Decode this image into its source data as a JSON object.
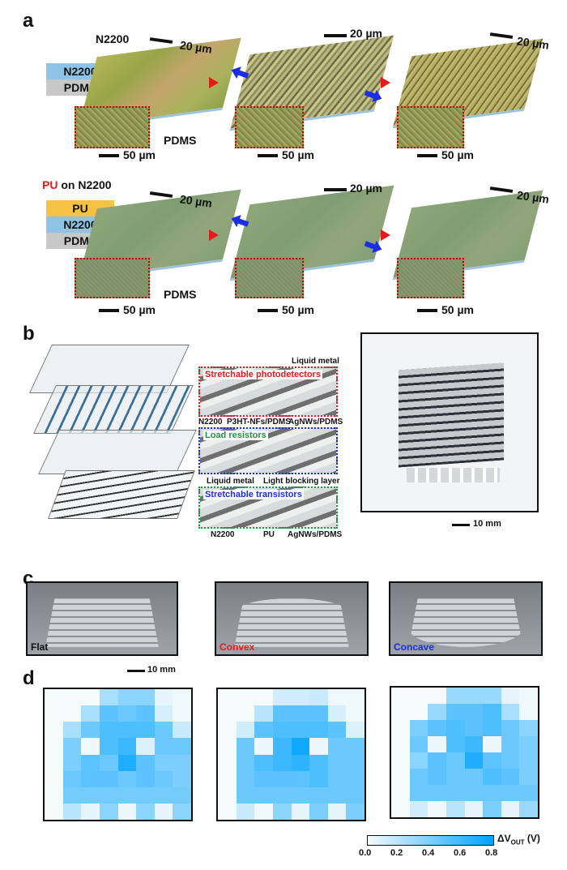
{
  "panels": {
    "a": "a",
    "b": "b",
    "c": "c",
    "d": "d"
  },
  "panel_a": {
    "row1": {
      "film_label": "N2200",
      "substrate_label": "PDMS",
      "stack": [
        "N2200",
        "PDMS"
      ],
      "scale_large": "20 µm",
      "scale_small": "50 µm"
    },
    "row2": {
      "title_pu": "PU",
      "title_rest": " on N2200",
      "substrate_label": "PDMS",
      "stack": [
        "PU",
        "N2200",
        "PDMS"
      ],
      "scale_large": "20 µm",
      "scale_small": "50 µm"
    }
  },
  "panel_b": {
    "photodetectors": "Stretchable photodetectors",
    "load_resistors": "Load resistors",
    "transistors": "Stretchable transistors",
    "liquid_metal": "Liquid metal",
    "n2200": "N2200",
    "p3ht": "P3HT-NFs/PDMS",
    "agnws": "AgNWs/PDMS",
    "light_blocking": "Light blocking layer",
    "pu": "PU",
    "scale": "10 mm"
  },
  "panel_c": {
    "flat": "Flat",
    "convex": "Convex",
    "concave": "Concave",
    "scale": "10 mm"
  },
  "colors": {
    "red": "#e51a1a",
    "blue": "#1a2ee5",
    "green": "#1a9a3a",
    "cmap_low": "#f5fafb",
    "cmap_high": "#00a2ff"
  },
  "chart_data": {
    "type": "heatmap",
    "colorbar": {
      "label": "ΔV",
      "sub": "OUT",
      "unit": " (V)",
      "ticks": [
        "0.0",
        "0.2",
        "0.4",
        "0.6",
        "0.8"
      ],
      "range": [
        0,
        0.8
      ]
    },
    "maps": [
      [
        [
          0,
          0,
          0,
          0.25,
          0.35,
          0.35,
          0.05,
          0.02
        ],
        [
          0,
          0,
          0.25,
          0.5,
          0.45,
          0.5,
          0.1,
          0.02
        ],
        [
          0,
          0.25,
          0.45,
          0.55,
          0.55,
          0.55,
          0.45,
          0.15
        ],
        [
          0,
          0.4,
          0.02,
          0.55,
          0.6,
          0.08,
          0.45,
          0.45
        ],
        [
          0,
          0.4,
          0.5,
          0.45,
          0.7,
          0.5,
          0.4,
          0.4
        ],
        [
          0,
          0.45,
          0.5,
          0.5,
          0.45,
          0.5,
          0.45,
          0.4
        ],
        [
          0,
          0.42,
          0.42,
          0.42,
          0.42,
          0.42,
          0.42,
          0.42
        ],
        [
          0,
          0.2,
          0.05,
          0.35,
          0.03,
          0.35,
          0.05,
          0.35
        ]
      ],
      [
        [
          0,
          0,
          0,
          0.12,
          0.12,
          0.15,
          0.02,
          0.02
        ],
        [
          0,
          0,
          0.2,
          0.5,
          0.5,
          0.5,
          0.1,
          0.02
        ],
        [
          0,
          0.12,
          0.5,
          0.55,
          0.55,
          0.55,
          0.5,
          0.08
        ],
        [
          0,
          0.45,
          0.03,
          0.6,
          0.75,
          0.03,
          0.45,
          0.45
        ],
        [
          0,
          0.45,
          0.55,
          0.6,
          0.65,
          0.55,
          0.45,
          0.45
        ],
        [
          0,
          0.45,
          0.5,
          0.5,
          0.5,
          0.55,
          0.45,
          0.45
        ],
        [
          0,
          0.45,
          0.45,
          0.45,
          0.45,
          0.45,
          0.45,
          0.45
        ],
        [
          0,
          0.15,
          0.02,
          0.35,
          0.05,
          0.4,
          0.05,
          0.4
        ]
      ],
      [
        [
          0,
          0,
          0,
          0.3,
          0.3,
          0.3,
          0.05,
          0.02
        ],
        [
          0,
          0,
          0.3,
          0.5,
          0.5,
          0.55,
          0.25,
          0.02
        ],
        [
          0,
          0.4,
          0.5,
          0.55,
          0.5,
          0.55,
          0.45,
          0.35
        ],
        [
          0,
          0.45,
          0.03,
          0.55,
          0.6,
          0.03,
          0.45,
          0.4
        ],
        [
          0,
          0.35,
          0.5,
          0.45,
          0.7,
          0.5,
          0.45,
          0.4
        ],
        [
          0,
          0.45,
          0.5,
          0.45,
          0.45,
          0.55,
          0.5,
          0.4
        ],
        [
          0,
          0.45,
          0.45,
          0.45,
          0.45,
          0.45,
          0.45,
          0.45
        ],
        [
          0,
          0.12,
          0.02,
          0.2,
          0.05,
          0.4,
          0.05,
          0.3
        ]
      ]
    ]
  }
}
